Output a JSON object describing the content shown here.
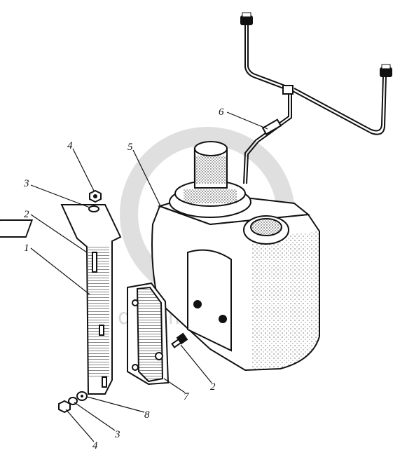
{
  "diagram": {
    "labels": {
      "num_1": "1",
      "num_2_top": "2",
      "num_2_bottom": "2",
      "num_3_top": "3",
      "num_3_bottom": "3",
      "num_4_top": "4",
      "num_4_bottom": "4",
      "num_5": "5",
      "num_6": "6",
      "num_7": "7",
      "num_8": "8"
    },
    "watermark": "detali.parts"
  },
  "colors": {
    "ink": "#111111",
    "watermark": "#dcdcdc",
    "paper": "#ffffff"
  }
}
